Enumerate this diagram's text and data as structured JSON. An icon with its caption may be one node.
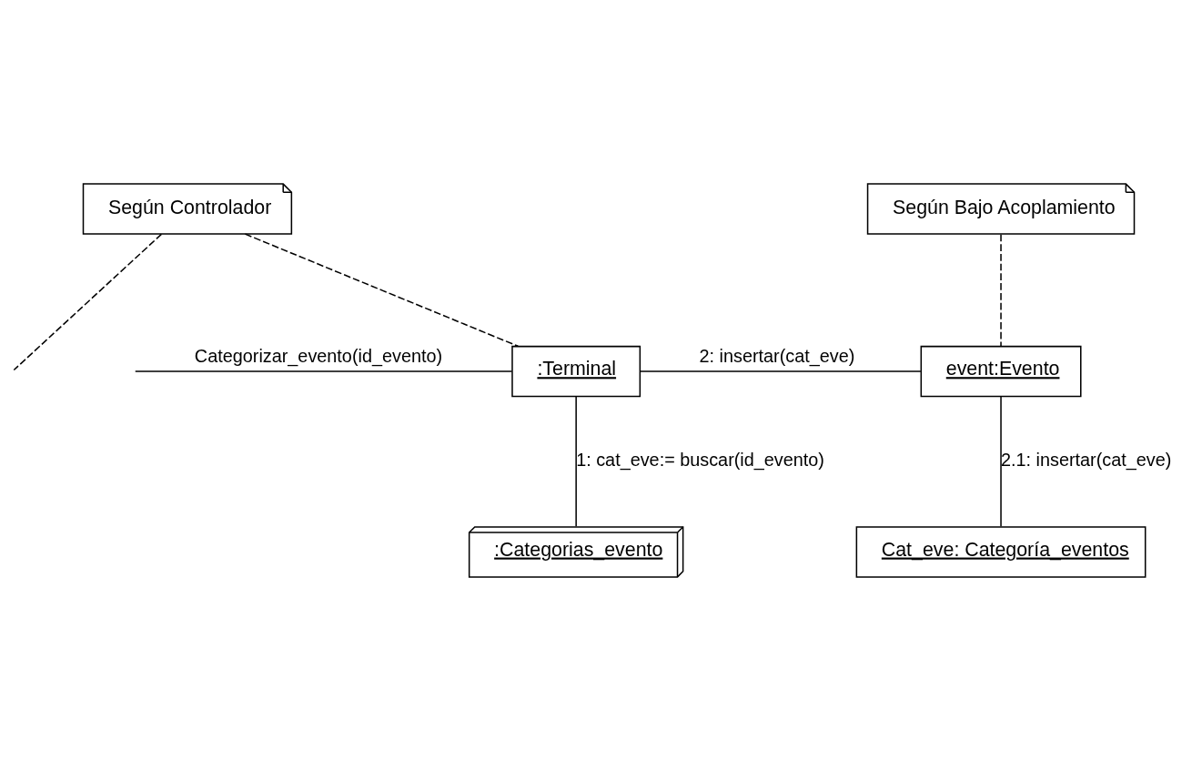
{
  "diagram": {
    "nodes": [
      {
        "text": [
          "Según Controlador"
        ]
      },
      {
        "text": [
          "Según Bajo Acoplamiento"
        ]
      },
      {
        "text": [
          ":Terminal"
        ]
      },
      {
        "text": [
          "event:Evento"
        ]
      },
      {
        "text": [
          ":Categorias_evento"
        ]
      },
      {
        "text": [
          "Cat_eve: Categoría_eventos"
        ]
      }
    ],
    "edges": [
      {
        "from": 0,
        "to": 2,
        "arrow": "none",
        "style": "dashed"
      },
      {
        "from": 0,
        "to": null,
        "arrow": "none",
        "style": "dashed"
      },
      {
        "from": 1,
        "to": 3,
        "arrow": "none",
        "style": "dashed"
      },
      {
        "from": null,
        "to": 2,
        "arrow": "none",
        "label": "Categorizar_evento(id_evento)"
      },
      {
        "from": 2,
        "to": 3,
        "arrow": "none",
        "label": "2: insertar(cat_eve)"
      },
      {
        "from": 2,
        "to": 4,
        "arrow": "none",
        "label": "1: cat_eve:= buscar(id_evento)"
      },
      {
        "from": 3,
        "to": 5,
        "arrow": "none",
        "label": "2.1: insertar(cat_eve)"
      }
    ]
  }
}
